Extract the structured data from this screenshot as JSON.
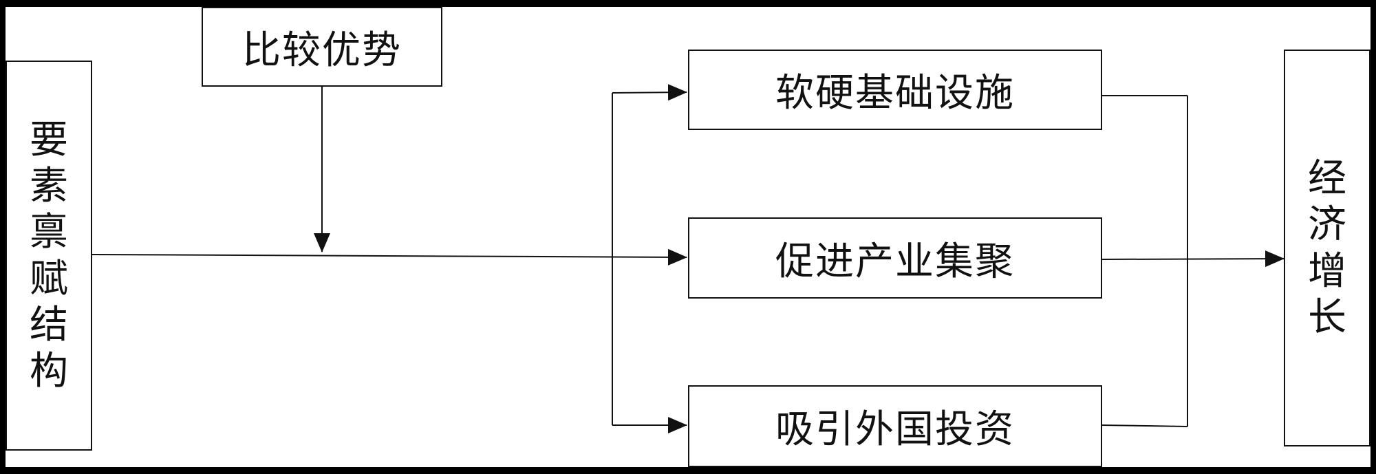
{
  "diagram": {
    "source_node": {
      "label": "要素禀赋结构"
    },
    "moderator_node": {
      "label": "比较优势"
    },
    "channels": [
      {
        "label": "软硬基础设施"
      },
      {
        "label": "促进产业集聚"
      },
      {
        "label": "吸引外国投资"
      }
    ],
    "outcome_node": {
      "label": "经济增长"
    }
  }
}
